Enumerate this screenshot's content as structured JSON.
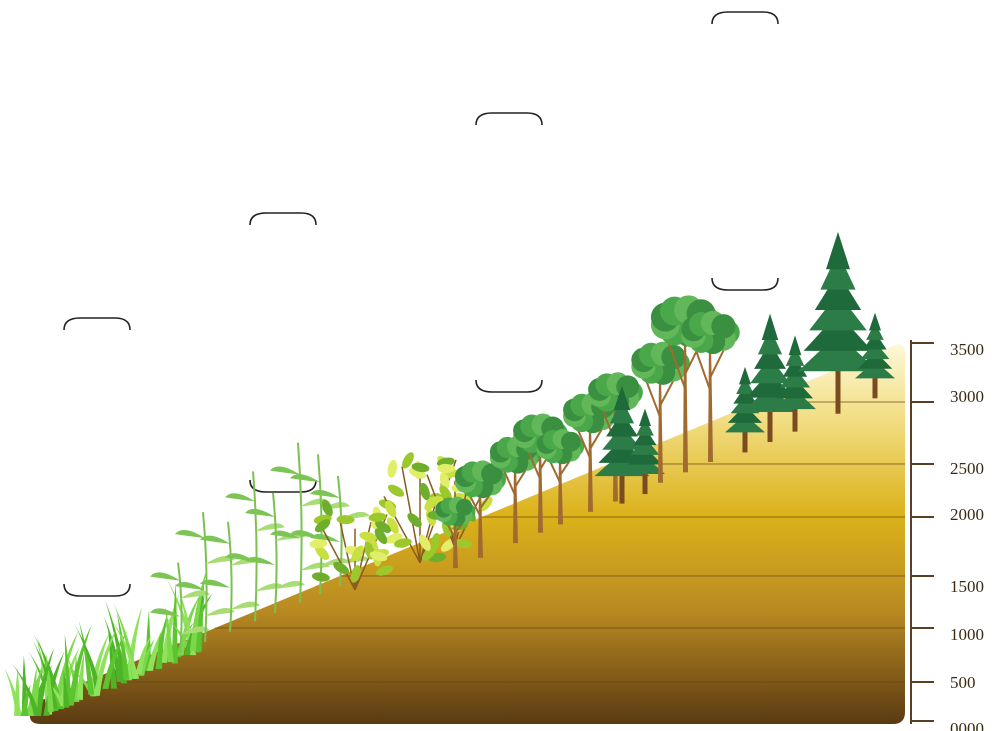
{
  "scale": {
    "ticks": [
      {
        "label": "0000",
        "value": 0
      },
      {
        "label": "500",
        "value": 500
      },
      {
        "label": "1000",
        "value": 1000
      },
      {
        "label": "1500",
        "value": 1500
      },
      {
        "label": "2000",
        "value": 2000
      },
      {
        "label": "2500",
        "value": 2500
      },
      {
        "label": "3000",
        "value": 3000
      },
      {
        "label": "3500",
        "value": 3500
      }
    ]
  },
  "vegetation_zones": [
    "grass",
    "tall-herbs",
    "shrubs",
    "broadleaf-forest",
    "mixed-forest",
    "conifer-forest"
  ],
  "colors": {
    "soil_top": "#fbf3c8",
    "soil_mid": "#dcb21a",
    "soil_bottom": "#5a3a12",
    "axis": "#5a4022",
    "grass": "#6ccf3a",
    "herb": "#9ed86a",
    "shrub": "#b9d83a",
    "broadleaf": "#4aa84a",
    "conifer": "#1f6a3a"
  },
  "label_brackets": 4
}
